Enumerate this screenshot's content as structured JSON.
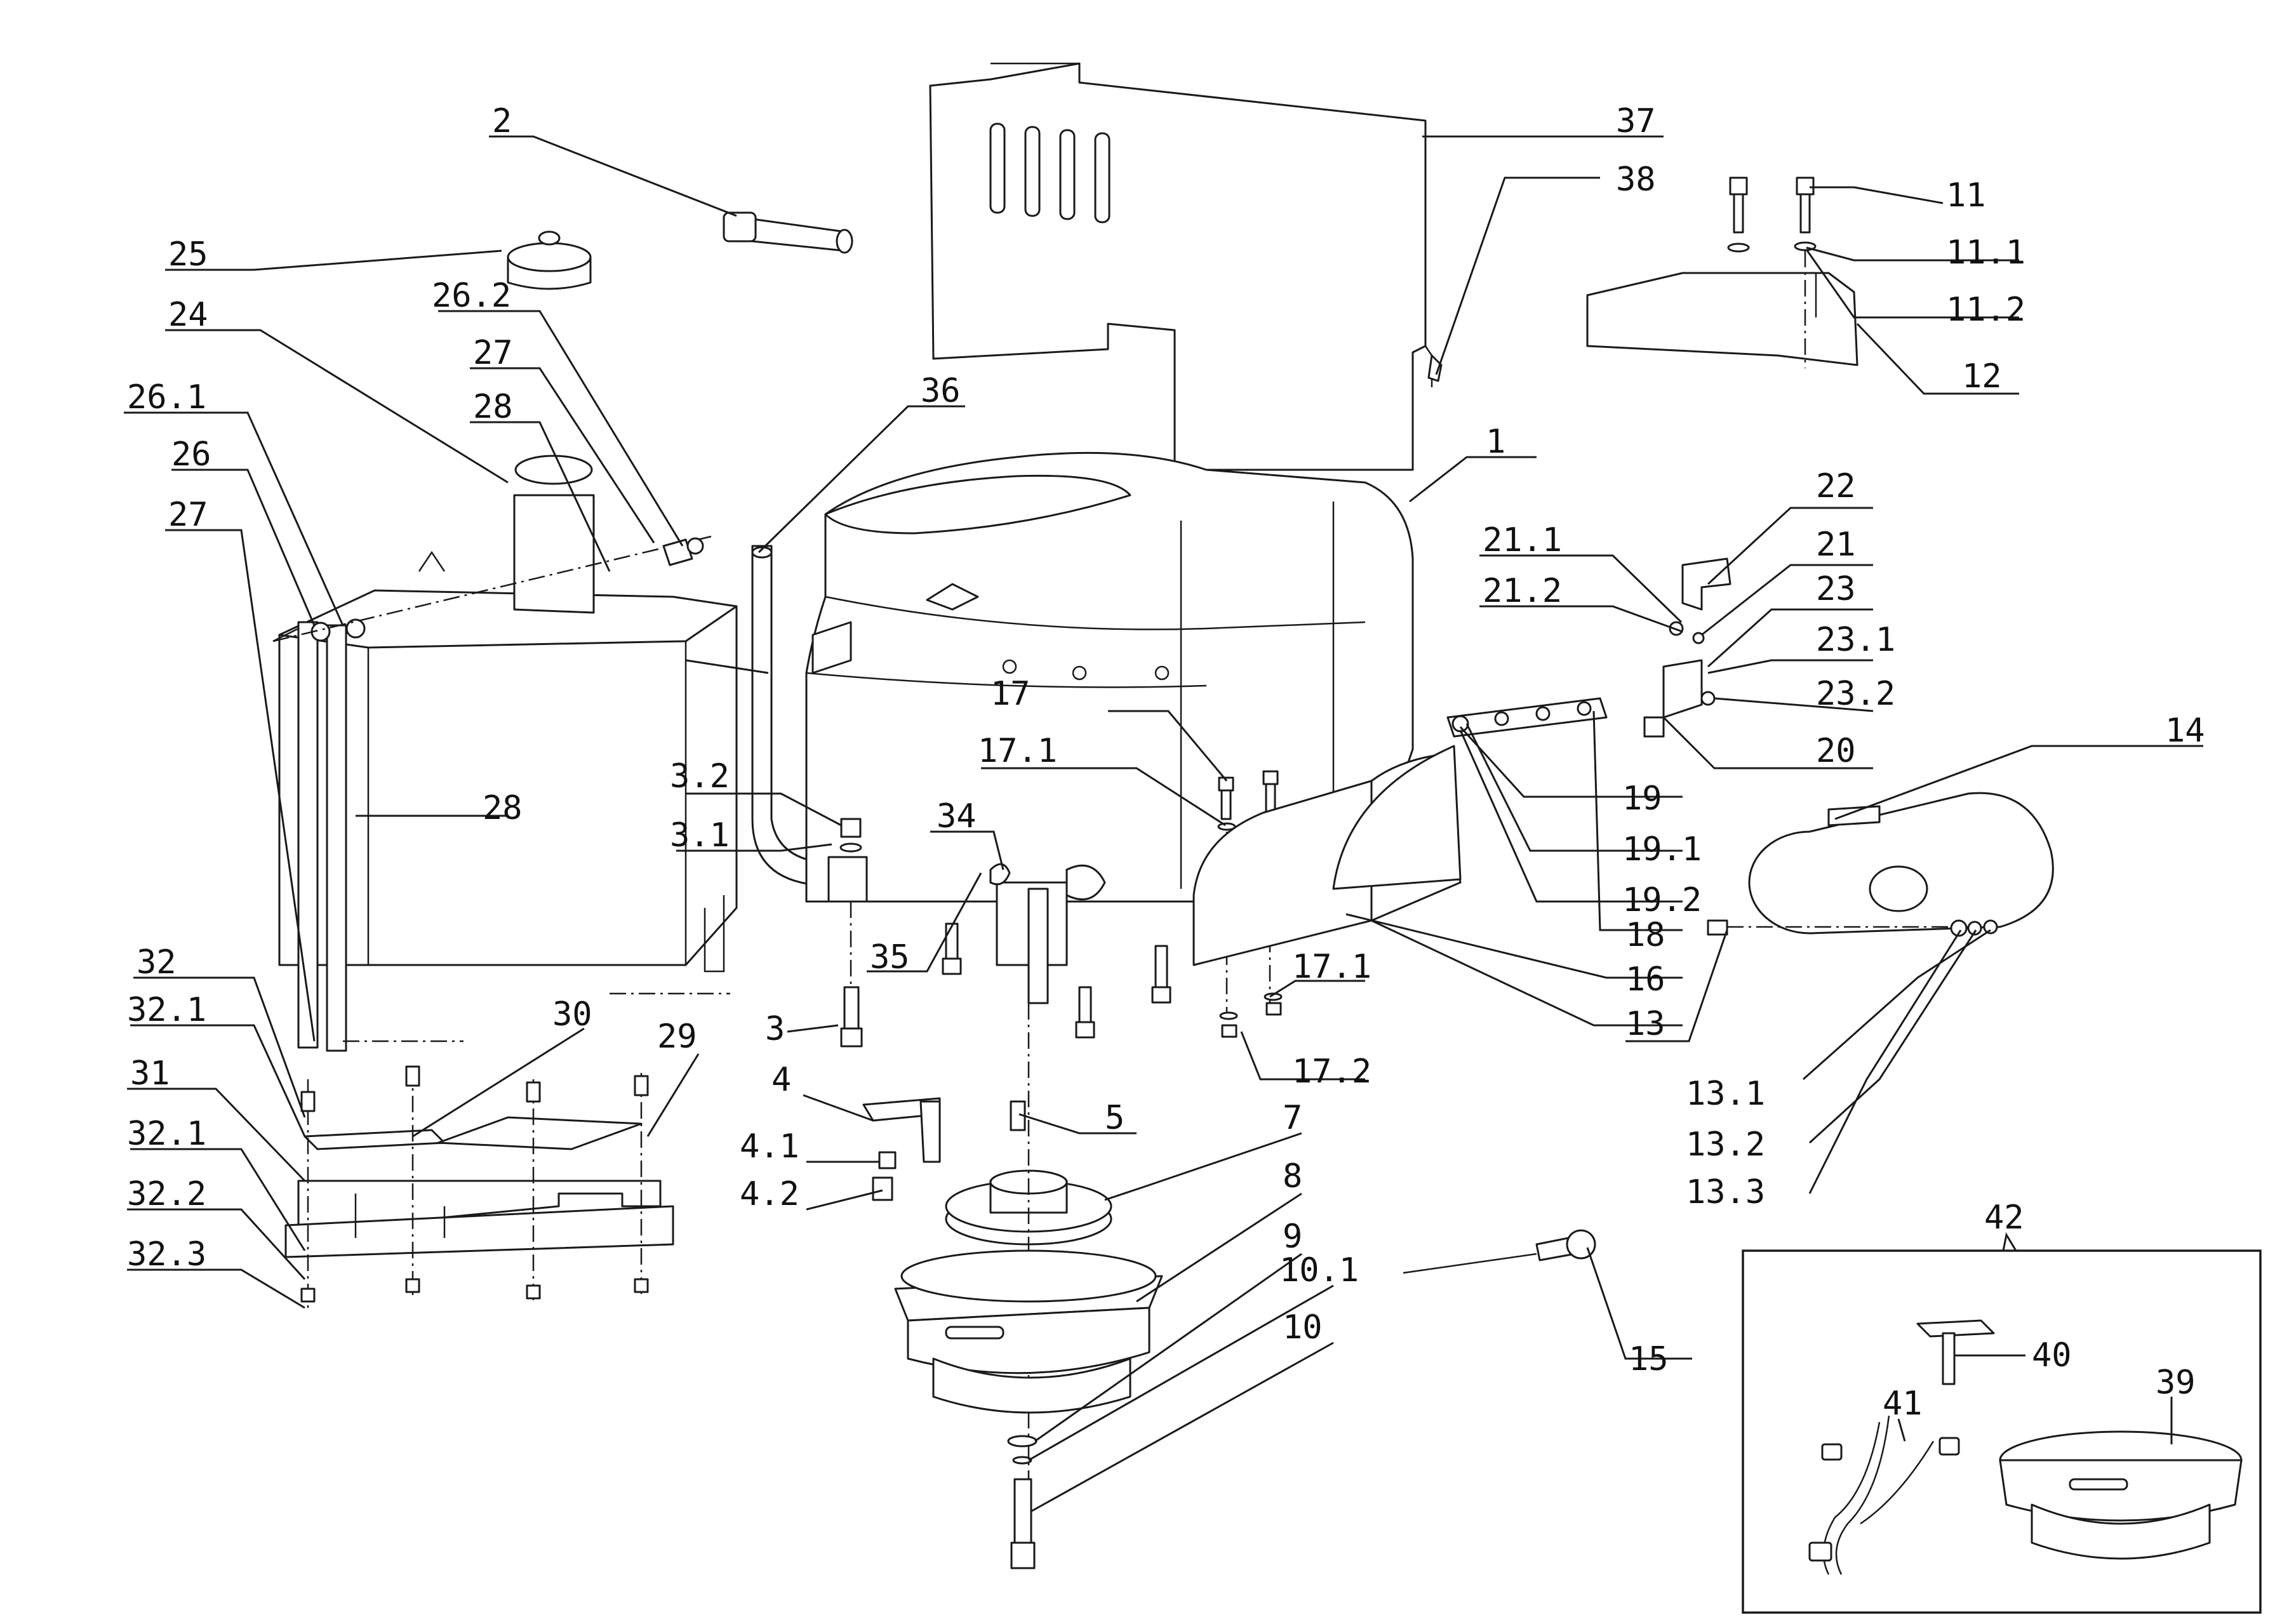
{
  "callouts": [
    {
      "id": "c-2",
      "text": "2"
    },
    {
      "id": "c-25",
      "text": "25"
    },
    {
      "id": "c-24",
      "text": "24"
    },
    {
      "id": "c-26-2",
      "text": "26.2"
    },
    {
      "id": "c-27a",
      "text": "27"
    },
    {
      "id": "c-28a",
      "text": "28"
    },
    {
      "id": "c-26-1",
      "text": "26.1"
    },
    {
      "id": "c-26",
      "text": "26"
    },
    {
      "id": "c-27b",
      "text": "27"
    },
    {
      "id": "c-36",
      "text": "36"
    },
    {
      "id": "c-37",
      "text": "37"
    },
    {
      "id": "c-38",
      "text": "38"
    },
    {
      "id": "c-11",
      "text": "11"
    },
    {
      "id": "c-11-1",
      "text": "11.1"
    },
    {
      "id": "c-11-2",
      "text": "11.2"
    },
    {
      "id": "c-12",
      "text": "12"
    },
    {
      "id": "c-1",
      "text": "1"
    },
    {
      "id": "c-22",
      "text": "22"
    },
    {
      "id": "c-21-1",
      "text": "21.1"
    },
    {
      "id": "c-21",
      "text": "21"
    },
    {
      "id": "c-21-2",
      "text": "21.2"
    },
    {
      "id": "c-23",
      "text": "23"
    },
    {
      "id": "c-23-1",
      "text": "23.1"
    },
    {
      "id": "c-23-2",
      "text": "23.2"
    },
    {
      "id": "c-20",
      "text": "20"
    },
    {
      "id": "c-17",
      "text": "17"
    },
    {
      "id": "c-17-1a",
      "text": "17.1"
    },
    {
      "id": "c-3-2",
      "text": "3.2"
    },
    {
      "id": "c-28b",
      "text": "28"
    },
    {
      "id": "c-3-1",
      "text": "3.1"
    },
    {
      "id": "c-34",
      "text": "34"
    },
    {
      "id": "c-19",
      "text": "19"
    },
    {
      "id": "c-19-1",
      "text": "19.1"
    },
    {
      "id": "c-19-2",
      "text": "19.2"
    },
    {
      "id": "c-18",
      "text": "18"
    },
    {
      "id": "c-14",
      "text": "14"
    },
    {
      "id": "c-16",
      "text": "16"
    },
    {
      "id": "c-13",
      "text": "13"
    },
    {
      "id": "c-35",
      "text": "35"
    },
    {
      "id": "c-17-1b",
      "text": "17.1"
    },
    {
      "id": "c-32",
      "text": "32"
    },
    {
      "id": "c-32-1a",
      "text": "32.1"
    },
    {
      "id": "c-30",
      "text": "30"
    },
    {
      "id": "c-29",
      "text": "29"
    },
    {
      "id": "c-3",
      "text": "3"
    },
    {
      "id": "c-17-2",
      "text": "17.2"
    },
    {
      "id": "c-31",
      "text": "31"
    },
    {
      "id": "c-4",
      "text": "4"
    },
    {
      "id": "c-5",
      "text": "5"
    },
    {
      "id": "c-7",
      "text": "7"
    },
    {
      "id": "c-13-1",
      "text": "13.1"
    },
    {
      "id": "c-32-1b",
      "text": "32.1"
    },
    {
      "id": "c-4-1",
      "text": "4.1"
    },
    {
      "id": "c-8",
      "text": "8"
    },
    {
      "id": "c-13-2",
      "text": "13.2"
    },
    {
      "id": "c-32-2",
      "text": "32.2"
    },
    {
      "id": "c-4-2",
      "text": "4.2"
    },
    {
      "id": "c-9",
      "text": "9"
    },
    {
      "id": "c-13-3",
      "text": "13.3"
    },
    {
      "id": "c-32-3",
      "text": "32.3"
    },
    {
      "id": "c-10-1",
      "text": "10.1"
    },
    {
      "id": "c-42",
      "text": "42"
    },
    {
      "id": "c-10",
      "text": "10"
    },
    {
      "id": "c-15",
      "text": "15"
    },
    {
      "id": "c-40",
      "text": "40"
    },
    {
      "id": "c-39",
      "text": "39"
    },
    {
      "id": "c-41",
      "text": "41"
    }
  ]
}
